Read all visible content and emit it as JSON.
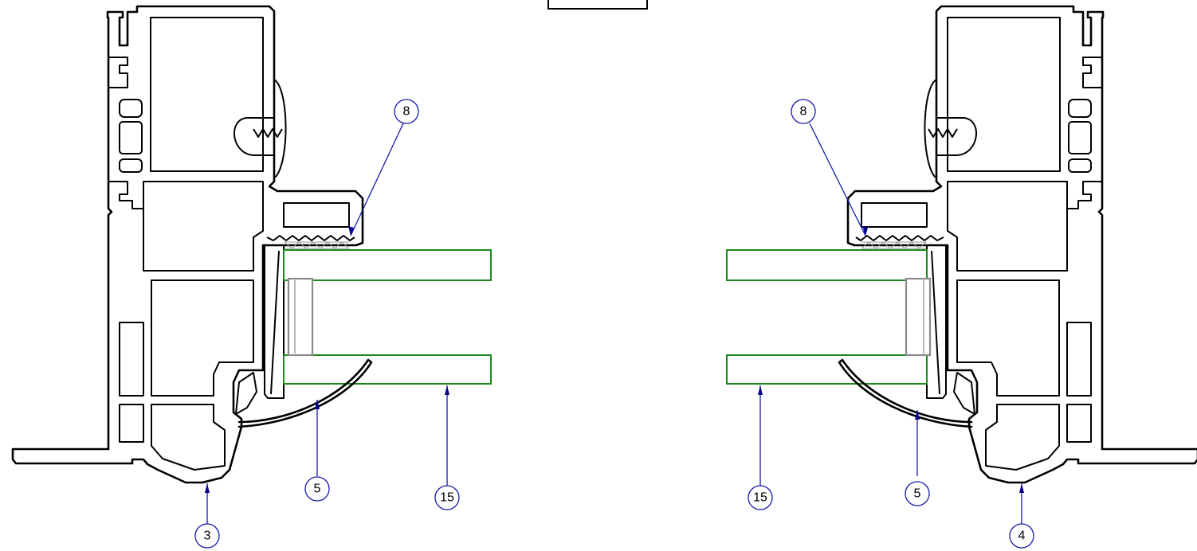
{
  "diagram": {
    "type": "window profile cross-section detail",
    "colors": {
      "profile_outline": "#000000",
      "glass_pane": "#1a8a1a",
      "spacer": "#8a8a8a",
      "leader_line": "#1a1aa8",
      "arrowhead": "#00008b"
    },
    "callouts": {
      "left": {
        "gasket_top": "8",
        "glazing_bead_gasket": "5",
        "glass_unit": "15",
        "frame_profile": "3"
      },
      "right": {
        "gasket_top": "8",
        "glazing_bead_gasket": "5",
        "glass_unit": "15",
        "frame_profile": "4"
      }
    }
  }
}
